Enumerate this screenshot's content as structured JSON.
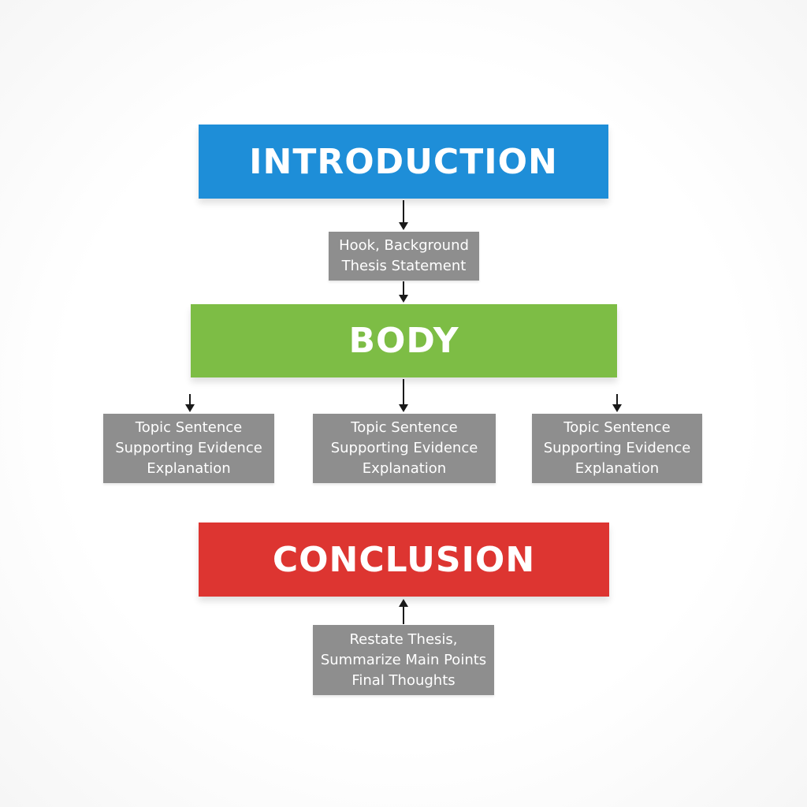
{
  "introduction": {
    "title": "INTRODUCTION",
    "color": "#1e8ed8",
    "notes": [
      "Hook, Background",
      "Thesis Statement"
    ]
  },
  "body": {
    "title": "BODY",
    "color": "#7dbd45",
    "paragraphs": [
      {
        "lines": [
          "Topic Sentence",
          "Supporting Evidence",
          "Explanation"
        ]
      },
      {
        "lines": [
          "Topic Sentence",
          "Supporting Evidence",
          "Explanation"
        ]
      },
      {
        "lines": [
          "Topic Sentence",
          "Supporting Evidence",
          "Explanation"
        ]
      }
    ]
  },
  "conclusion": {
    "title": "CONCLUSION",
    "color": "#dd3531",
    "notes": [
      "Restate Thesis,",
      "Summarize Main Points",
      "Final Thoughts"
    ]
  },
  "note_color": "#8e8e8e"
}
